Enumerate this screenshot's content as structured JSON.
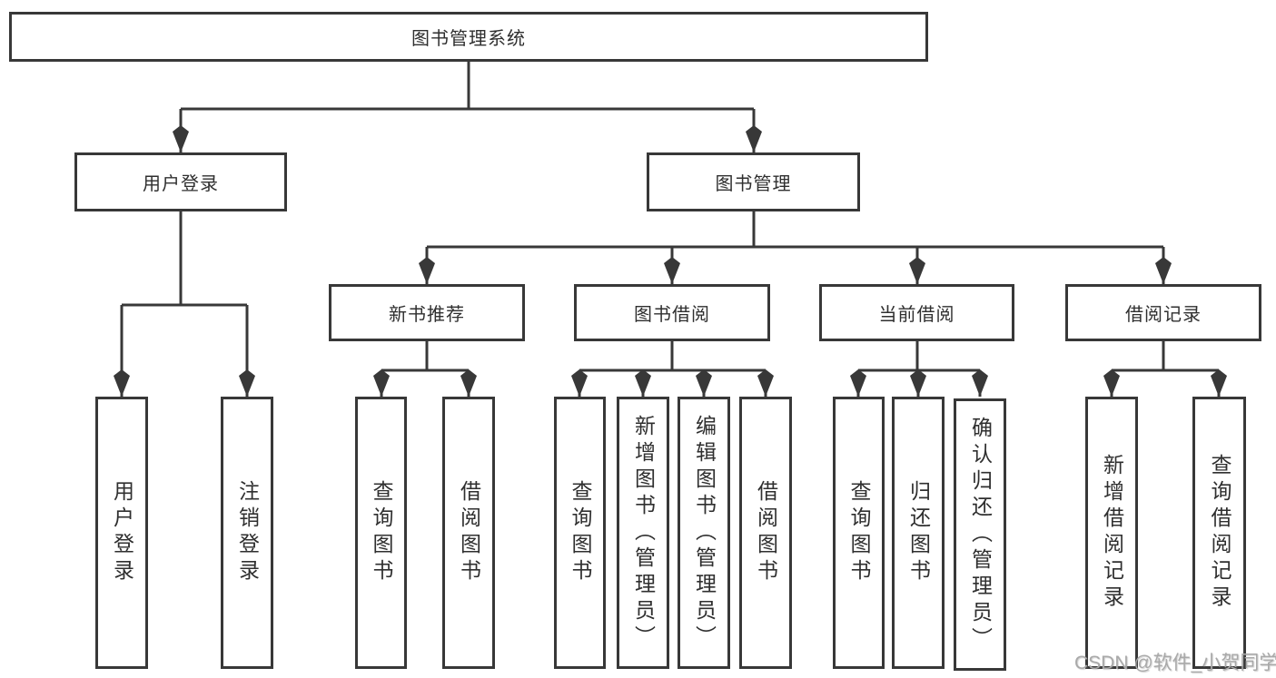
{
  "diagram": {
    "root": {
      "label": "图书管理系统"
    },
    "level2": [
      {
        "label": "用户登录"
      },
      {
        "label": "图书管理"
      }
    ],
    "level3": [
      {
        "label": "新书推荐"
      },
      {
        "label": "图书借阅"
      },
      {
        "label": "当前借阅"
      },
      {
        "label": "借阅记录"
      }
    ],
    "leaves": [
      {
        "label": "用户登录"
      },
      {
        "label": "注销登录"
      },
      {
        "label": "查询图书"
      },
      {
        "label": "借阅图书"
      },
      {
        "label": "查询图书"
      },
      {
        "label": "新增图书（管理员）"
      },
      {
        "label": "编辑图书（管理员）"
      },
      {
        "label": "借阅图书"
      },
      {
        "label": "查询图书"
      },
      {
        "label": "归还图书"
      },
      {
        "label": "确认归还（管理员）"
      },
      {
        "label": "新增借阅记录"
      },
      {
        "label": "查询借阅记录"
      }
    ]
  },
  "watermark": {
    "text": "CSDN @软件_小贺同学"
  },
  "colors": {
    "line": "#383838",
    "text": "#2f2f2f",
    "watermark": "#a9a9a9",
    "background": "#ffffff"
  }
}
